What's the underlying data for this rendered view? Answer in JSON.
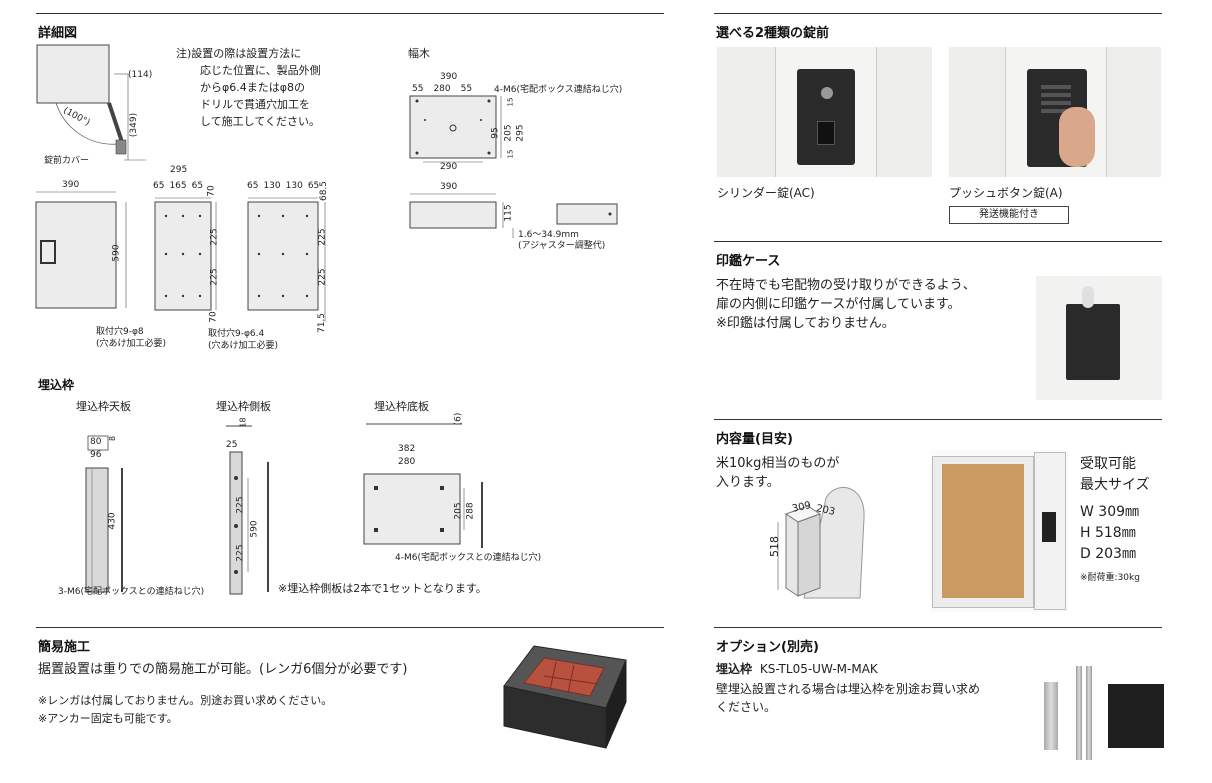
{
  "left": {
    "detail": {
      "title": "詳細図",
      "note": [
        "注)設置の際は設置方法に",
        "応じた位置に、製品外側",
        "からφ6.4またはφ8の",
        "ドリルで貫通穴加工を",
        "して施工してください。"
      ],
      "lock_cover": "錠前カバー",
      "dim_114": "(114)",
      "dim_100": "(100°)",
      "dim_349": "(349)",
      "front_w": "390",
      "front_h": "590",
      "side_w": "295",
      "side_top": [
        "65",
        "165",
        "65",
        "70"
      ],
      "back_top": [
        "65",
        "130",
        "130",
        "65",
        "68.5"
      ],
      "v225a": "225",
      "v225b": "225",
      "v70": "70",
      "v71_5": "71.5",
      "hole8": [
        "取付穴9-φ8",
        "(穴あけ加工必要)"
      ],
      "hole64": [
        "取付穴9-φ6.4",
        "(穴あけ加工必要)"
      ],
      "baseboard": {
        "title": "幅木",
        "w390": "390",
        "top": [
          "55",
          "280",
          "55"
        ],
        "screw": "4-M6(宅配ボックス連結ねじ穴)",
        "r15a": "15",
        "r95": "95",
        "r205": "205",
        "r295": "295",
        "r15b": "15",
        "w290": "290",
        "w390b": "390",
        "h115": "115",
        "adj": [
          "1.6〜34.9mm",
          "(アジャスター調整代)"
        ]
      }
    },
    "embed": {
      "title": "埋込枠",
      "top_label": "埋込枠天板",
      "side_label": "埋込枠側板",
      "bottom_label": "埋込枠底板",
      "d80": "80",
      "d8": "8",
      "d96": "96",
      "d430": "430",
      "d18": "18",
      "d25": "25",
      "d225a": "225",
      "d225b": "225",
      "d590": "590",
      "d6": "(6)",
      "d382": "382",
      "d280": "280",
      "d205": "205",
      "d288": "288",
      "screw4": "4-M6(宅配ボックスとの連結ねじ穴)",
      "screw3": "3-M6(宅配ボックスとの連結ねじ穴)",
      "note": "※埋込枠側板は2本で1セットとなります。"
    },
    "easy": {
      "title": "簡易施工",
      "lead": "据置設置は重りでの簡易施工が可能。(レンガ6個分が必要です)",
      "notes": [
        "※レンガは付属しておりません。別途お買い求めください。",
        "※アンカー固定も可能です。"
      ]
    }
  },
  "right": {
    "locks": {
      "title": "選べる2種類の錠前",
      "cylinder": "シリンダー錠(AC)",
      "push": "プッシュボタン錠(A)",
      "badge": "発送機能付き"
    },
    "seal": {
      "title": "印鑑ケース",
      "lines": [
        "不在時でも宅配物の受け取りができるよう、",
        "扉の内側に印鑑ケースが付属しています。",
        "※印鑑は付属しておりません。"
      ]
    },
    "capacity": {
      "title": "内容量(目安)",
      "lines": [
        "米10kg相当のものが",
        "入ります。"
      ],
      "d309": "309",
      "d203": "203",
      "d518": "518",
      "max": [
        "受取可能",
        "最大サイズ"
      ],
      "W": "W 309㎜",
      "H": "H 518㎜",
      "D": "D 203㎜",
      "load": "※耐荷重:30kg"
    },
    "option": {
      "title": "オプション(別売)",
      "name": "埋込枠",
      "code": "KS-TL05-UW-M-MAK",
      "lines": [
        "壁埋込設置される場合は埋込枠を別途お買い求め",
        "ください。"
      ]
    }
  },
  "colors": {
    "rule": "#333333",
    "panel": "#ececec",
    "dark": "#2a2a2a",
    "brick": "#b8523f",
    "cardboard": "#c99a62"
  }
}
